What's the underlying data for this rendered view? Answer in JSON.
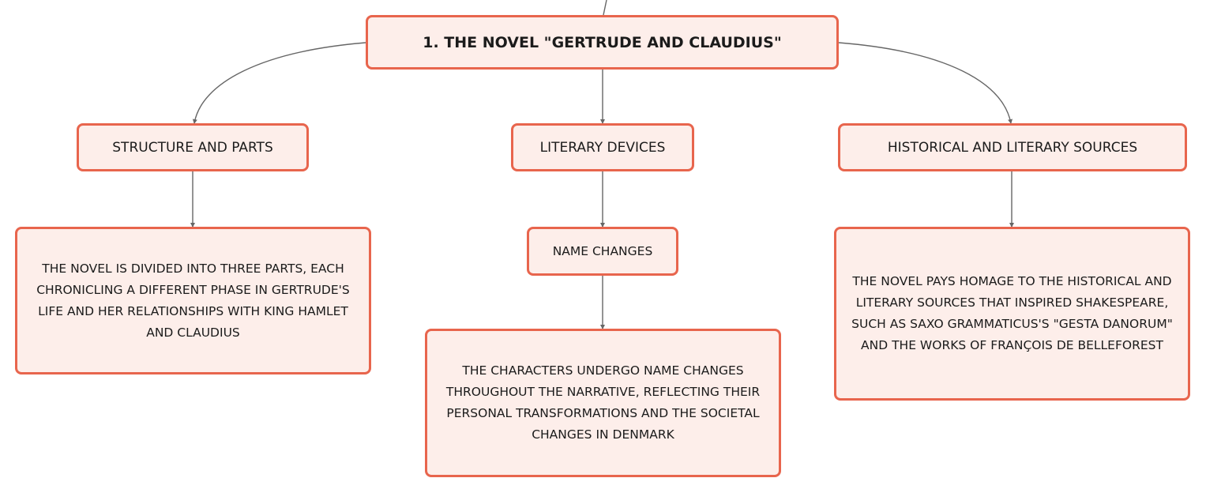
{
  "mindmap": {
    "root": {
      "label": "1. THE NOVEL \"GERTRUDE AND CLAUDIUS\""
    },
    "branches": [
      {
        "label": "STRUCTURE AND PARTS",
        "children": [
          {
            "label": "THE NOVEL IS DIVIDED INTO THREE PARTS, EACH CHRONICLING A DIFFERENT PHASE IN GERTRUDE'S LIFE AND HER RELATIONSHIPS WITH KING HAMLET AND CLAUDIUS"
          }
        ]
      },
      {
        "label": "LITERARY DEVICES",
        "children": [
          {
            "label": "NAME CHANGES",
            "children": [
              {
                "label": "THE CHARACTERS UNDERGO NAME CHANGES THROUGHOUT THE NARRATIVE, REFLECTING THEIR PERSONAL TRANSFORMATIONS AND THE SOCIETAL CHANGES IN DENMARK"
              }
            ]
          }
        ]
      },
      {
        "label": "HISTORICAL AND LITERARY SOURCES",
        "children": [
          {
            "label": "THE NOVEL PAYS HOMAGE TO THE HISTORICAL AND LITERARY SOURCES THAT INSPIRED SHAKESPEARE, SUCH AS SAXO GRAMMATICUS'S \"GESTA DANORUM\" AND THE WORKS OF FRANÇOIS DE BELLEFOREST"
          }
        ]
      }
    ]
  },
  "colors": {
    "node_fill": "#fdeeea",
    "node_border": "#e8654d",
    "connector": "#666666",
    "text": "#1b1b1b"
  }
}
